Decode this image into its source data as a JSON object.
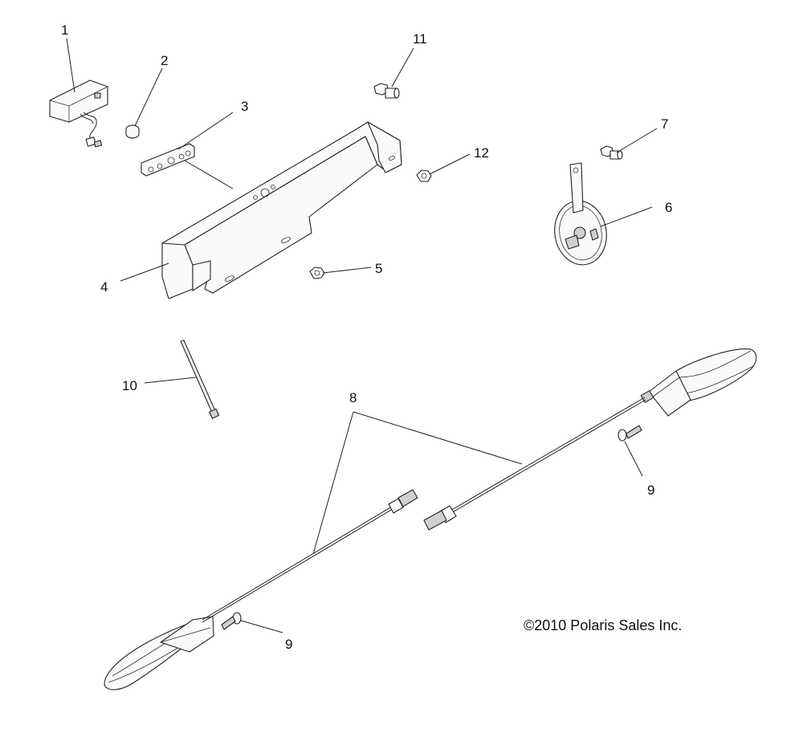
{
  "diagram": {
    "callouts": {
      "c1": "1",
      "c2": "2",
      "c3": "3",
      "c4": "4",
      "c5": "5",
      "c6": "6",
      "c7": "7",
      "c8": "8",
      "c9a": "9",
      "c9b": "9",
      "c10": "10",
      "c11": "11",
      "c12": "12"
    },
    "copyright": "©2010 Polaris Sales Inc."
  }
}
